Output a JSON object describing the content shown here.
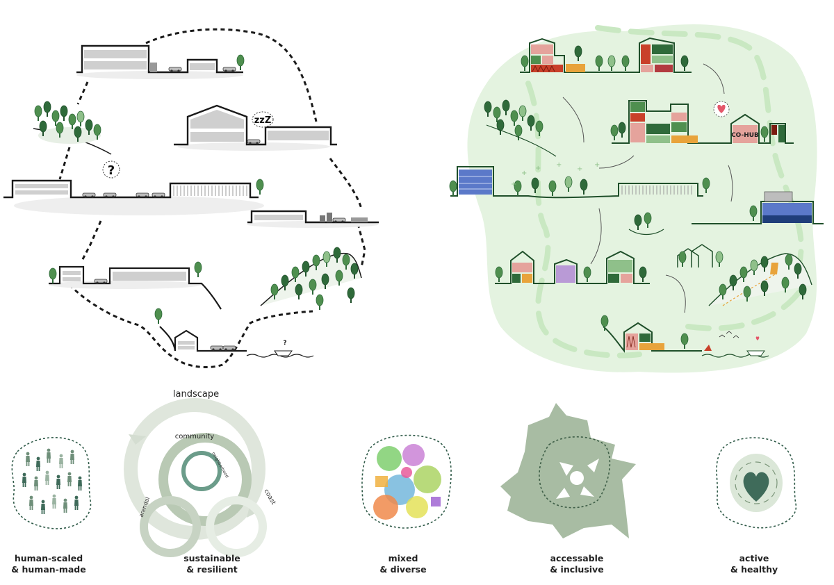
{
  "colors": {
    "line": "#1a1a1a",
    "grey_fill": "#cfcfcf",
    "tree_dark": "#2f6a3a",
    "tree_mid": "#4f8f4f",
    "tree_light": "#8fc08a",
    "green_blob": "#e4f3e0",
    "green_path": "#c9e8c2",
    "salmon": "#e5a39c",
    "red": "#c9402a",
    "orange": "#e8a33b",
    "purple": "#b99ad6",
    "blue": "#5b79c9",
    "navy": "#1f3e7a",
    "ring": "#b9c9b4",
    "ring_dark": "#7c967a",
    "teal": "#6b9c8a",
    "heart": "#3f6b5a",
    "pink_heart": "#e4576a"
  },
  "icons": {
    "question": "?",
    "sleep": "zzZ",
    "heart": "heart-icon"
  },
  "right_diagram": {
    "cohub_label": "CO-HUB"
  },
  "rings": {
    "landscape": "landscape",
    "community": "community",
    "neighborhood": "neighborhood",
    "arendal": "arendal",
    "coast": "coast"
  },
  "principles": [
    {
      "line1": "human-scaled",
      "line2": "& human-made"
    },
    {
      "line1": "sustainable",
      "line2": "& resilient"
    },
    {
      "line1": "mixed",
      "line2": "& diverse"
    },
    {
      "line1": "accessable",
      "line2": "& inclusive"
    },
    {
      "line1": "active",
      "line2": "& healthy"
    }
  ]
}
